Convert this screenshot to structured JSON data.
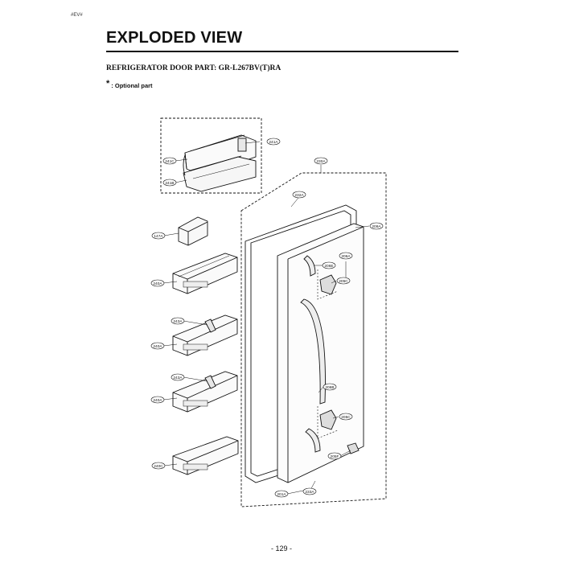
{
  "header": {
    "corner_code": "#EV#",
    "title": "EXPLODED VIEW",
    "subtitle": "REFRIGERATOR DOOR PART: GR-L267BV(T)RA",
    "note_symbol": "*",
    "note_text": ": Optional part"
  },
  "parts": {
    "p241A": "241A",
    "p241C": "241C",
    "p241B": "241B",
    "p147A": "147A",
    "p240A_1": "240A",
    "p240A_2": "240A",
    "p240A_3": "240A",
    "p240C": "240C",
    "p243A_1": "243A",
    "p243A_2": "243A",
    "p230A": "230A",
    "p232A": "232A",
    "p209A": "209A",
    "p206E": "206E",
    "p206A": "206A",
    "p205C_top": "205C",
    "p206B": "206B",
    "p205C_bot": "205C",
    "p205F": "205F",
    "p201A": "201A",
    "p233A": "233A"
  },
  "footer": {
    "page_number": "- 129 -"
  }
}
